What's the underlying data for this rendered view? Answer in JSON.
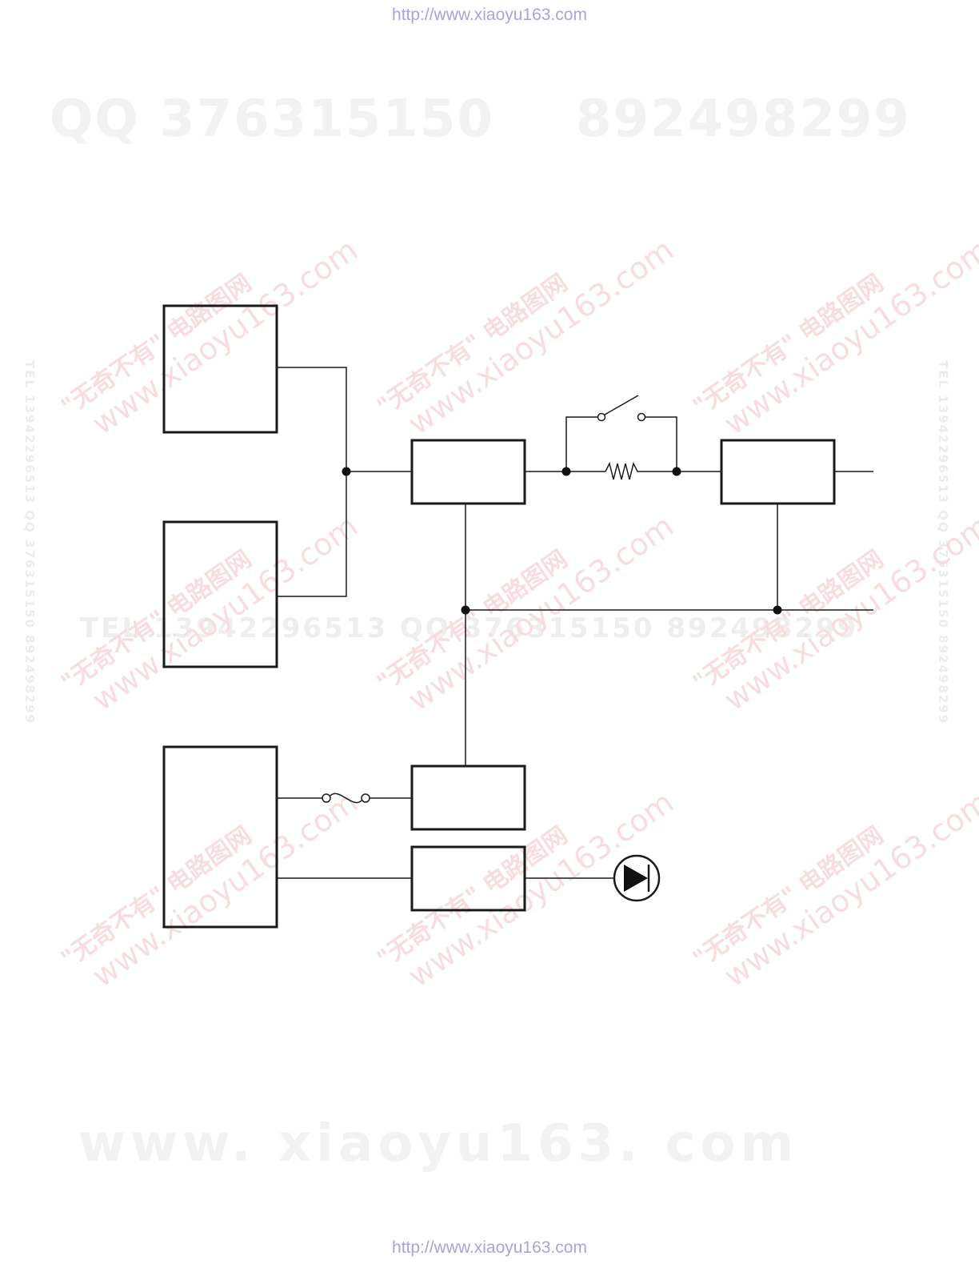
{
  "header": {
    "url": "http://www.xiaoyu163.com"
  },
  "footer": {
    "url": "http://www.xiaoyu163.com"
  },
  "watermarks": {
    "qq_a": "QQ 376315150",
    "qq_b": "892498299",
    "mid": "TEL 13942296513  QQ 376315150  892498299",
    "bottom": "www. xiaoyu163. com",
    "side": "TEL 13942296513  QQ 376315150  892498299",
    "stamp_line1": "\"无奇不有\" 电路图网",
    "stamp_line2": "www.xiaoyu163.com"
  },
  "diagram": {
    "blocks": [],
    "symbols": [
      "switch",
      "resistor",
      "fuse",
      "diode"
    ],
    "colors": {
      "line": "#1a1a1a",
      "watermark_text": "#a9a3dc",
      "stamp": "#f7dede"
    }
  }
}
